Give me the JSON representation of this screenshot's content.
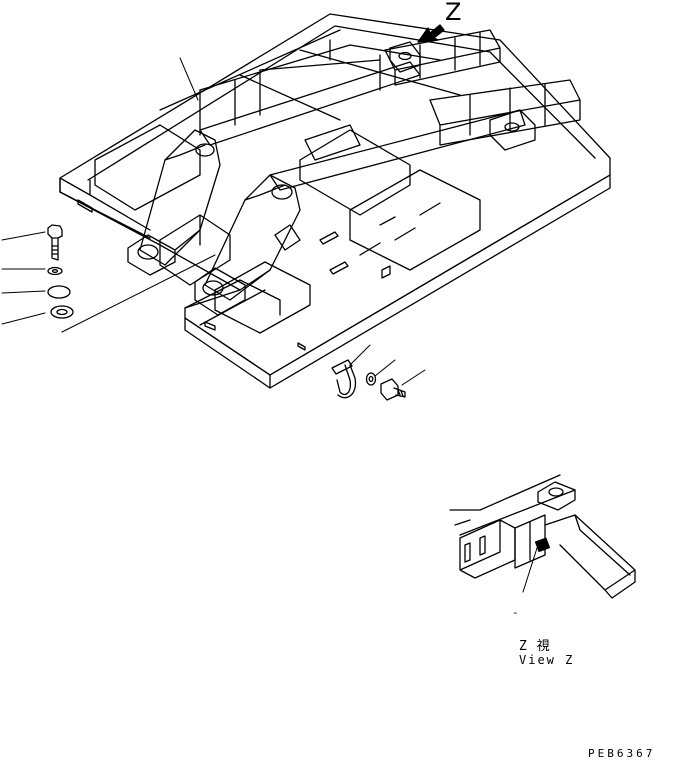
{
  "labels": {
    "view_arrow_letter": "Z",
    "view_caption_jp": "Z 視",
    "view_caption_en": "View Z",
    "drawing_code": "PEB6367",
    "detail_callout_dash": "-"
  },
  "icons": {
    "view_arrow": "arrow-down-left-icon"
  },
  "colors": {
    "ink": "#000000",
    "paper": "#ffffff"
  }
}
